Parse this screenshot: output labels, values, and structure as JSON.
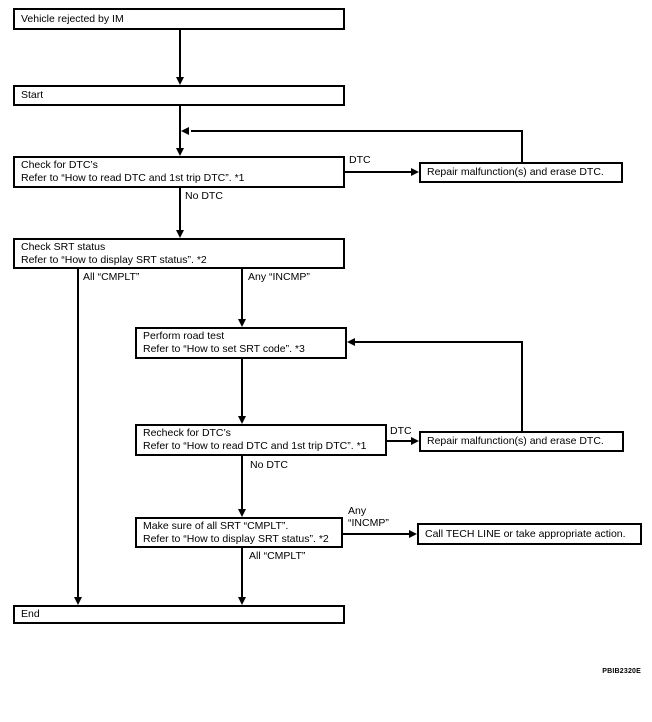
{
  "diagram": {
    "boxes": {
      "vehicle_rejected": "Vehicle rejected by IM",
      "start": "Start",
      "check_dtc": [
        "Check for DTC’s",
        "Refer to “How to read DTC and 1st trip DTC”. *1"
      ],
      "repair_1": "Repair malfunction(s) and erase DTC.",
      "check_srt": [
        "Check SRT status",
        "Refer to “How to display SRT status”. *2"
      ],
      "road_test": [
        "Perform road test",
        "Refer to “How to set SRT code”. *3"
      ],
      "recheck_dtc": [
        "Recheck for DTC’s",
        "Refer to “How to read DTC and 1st trip DTC”. *1"
      ],
      "repair_2": "Repair malfunction(s) and erase DTC.",
      "make_sure": [
        "Make sure of all SRT “CMPLT”.",
        "Refer to “How to display SRT status”. *2"
      ],
      "call_tech_line": "Call TECH LINE or take appropriate action.",
      "end": "End"
    },
    "edge_labels": {
      "dtc_1": "DTC",
      "no_dtc_1": "No DTC",
      "all_cmplt_1": "All “CMPLT”",
      "any_incmp_1": "Any “INCMP”",
      "dtc_2": "DTC",
      "no_dtc_2": "No DTC",
      "any_incmp_2": [
        "Any",
        "“INCMP”"
      ],
      "all_cmplt_2": "All “CMPLT”"
    },
    "figure_code": "PBIB2320E",
    "colors": {
      "line": "#000000",
      "background": "#ffffff"
    }
  }
}
